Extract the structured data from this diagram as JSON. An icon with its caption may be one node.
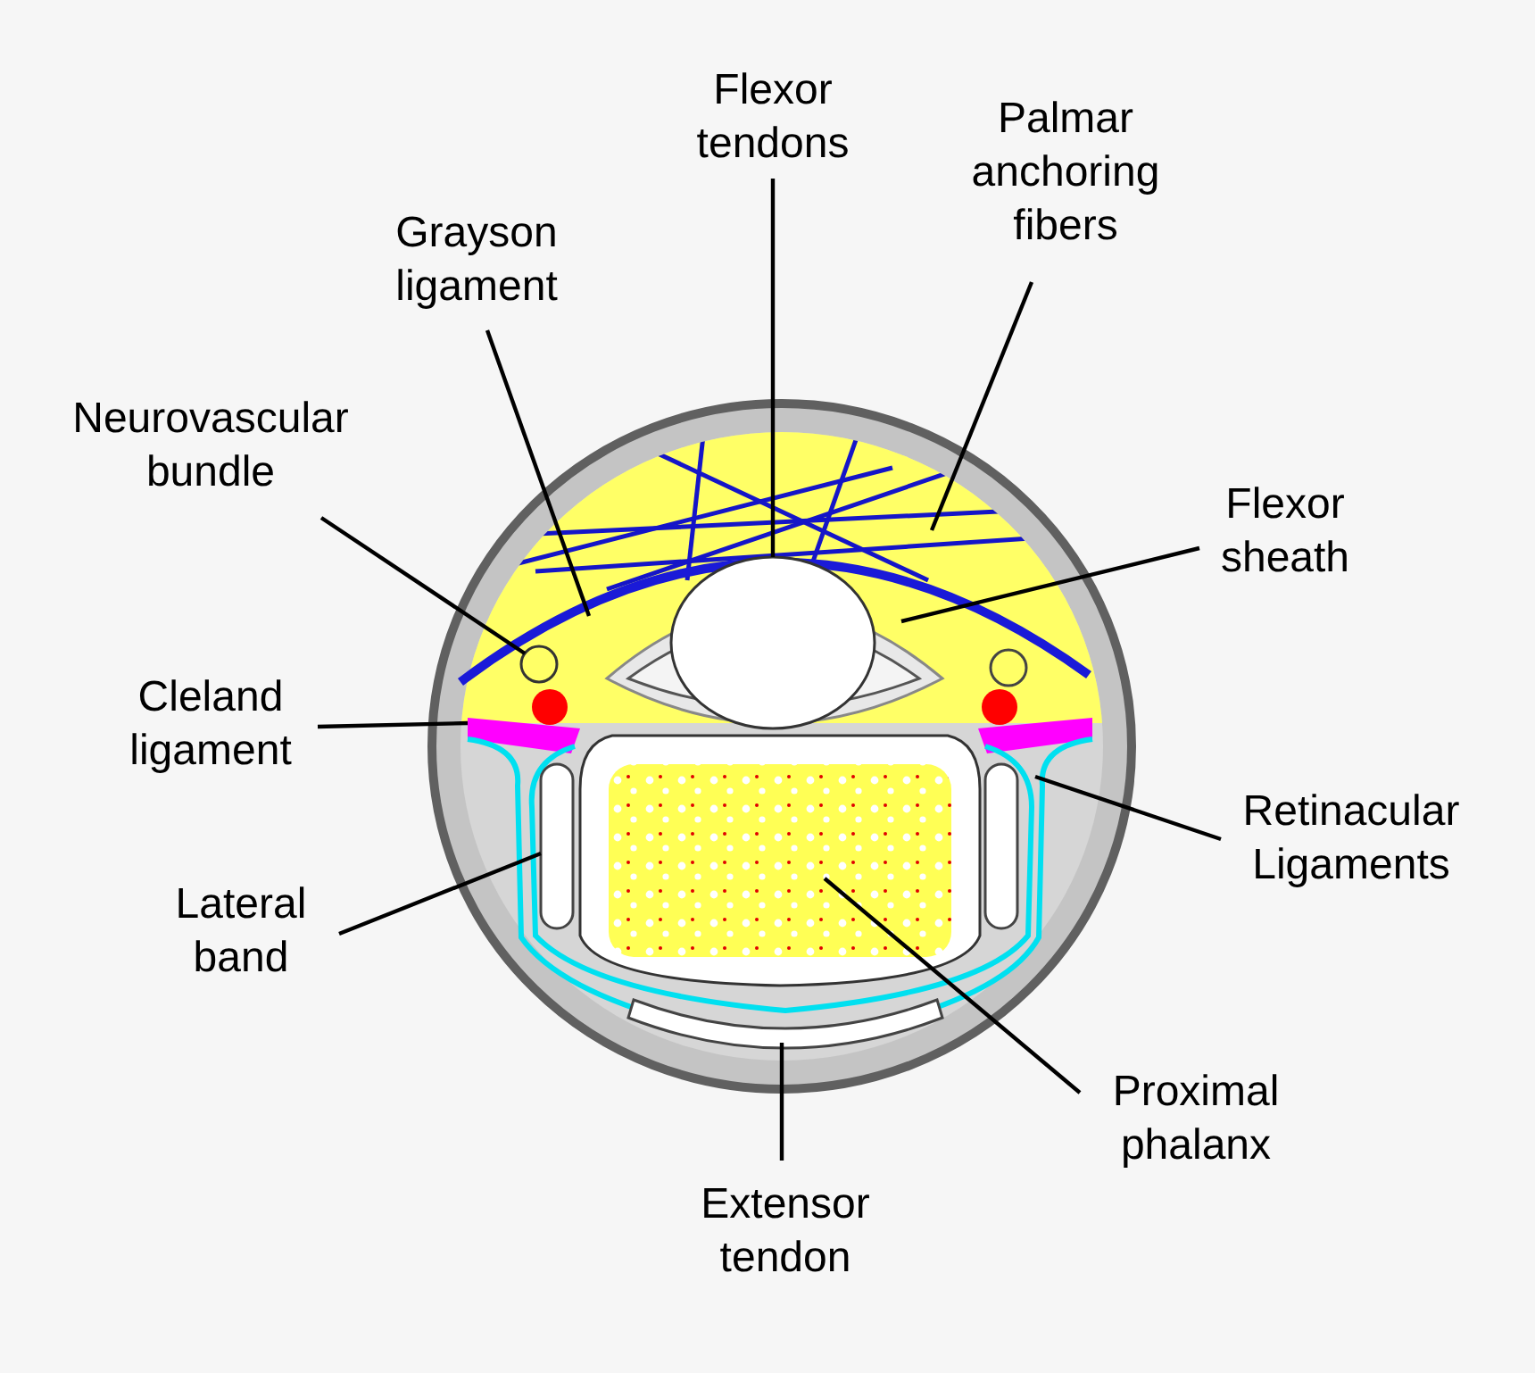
{
  "diagram": {
    "nodes": [
      {
        "text": [
          "Flexor tendons"
        ]
      },
      {
        "text": [
          "Palmar anchoring fibers"
        ]
      },
      {
        "text": [
          "Grayson ligament"
        ]
      },
      {
        "text": [
          "Neurovascular bundle"
        ]
      },
      {
        "text": [
          "Flexor sheath"
        ]
      },
      {
        "text": [
          "Cleland ligament"
        ]
      },
      {
        "text": [
          "Retinacular Ligaments"
        ]
      },
      {
        "text": [
          "Lateral band"
        ]
      },
      {
        "text": [
          "Proximal phalanx"
        ]
      },
      {
        "text": [
          "Extensor tendon"
        ]
      },
      {
        "text": [],
        "shape": "circle"
      },
      {
        "text": [],
        "shape": "circle"
      },
      {
        "text": [],
        "shape": "box"
      },
      {
        "text": [],
        "shape": "picture"
      },
      {
        "text": [],
        "shape": "box"
      }
    ],
    "edges": [
      {
        "from": 0,
        "to": 10,
        "arrow": "none"
      },
      {
        "from": 1,
        "to": null,
        "arrow": "none"
      },
      {
        "from": 2,
        "to": null,
        "arrow": "none"
      },
      {
        "from": 3,
        "to": 11,
        "arrow": "none"
      },
      {
        "from": 4,
        "to": null,
        "arrow": "none"
      },
      {
        "from": 5,
        "to": null,
        "arrow": "none"
      },
      {
        "from": 6,
        "to": null,
        "arrow": "none"
      },
      {
        "from": 7,
        "to": 12,
        "arrow": "none"
      },
      {
        "from": 8,
        "to": 13,
        "arrow": "none"
      },
      {
        "from": 9,
        "to": 14,
        "arrow": "none"
      }
    ]
  }
}
